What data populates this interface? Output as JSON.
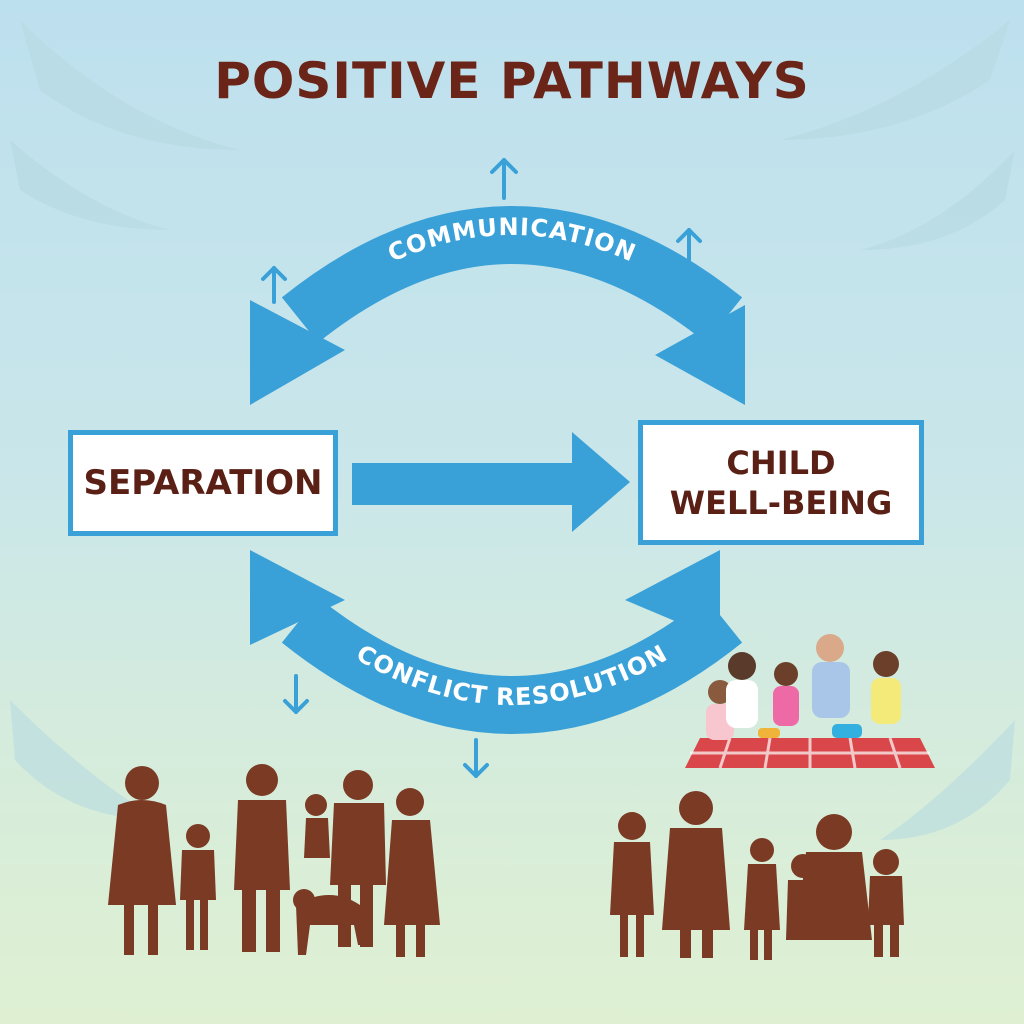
{
  "title": "POSITIVE PATHWAYS",
  "nodes": {
    "left": "SEPARATION",
    "right_line1": "CHILD",
    "right_line2": "WELL-BEING"
  },
  "arcs": {
    "top": "COMMUNICATION",
    "bottom": "CONFLICT RESOLUTION"
  },
  "colors": {
    "arrow_blue": "#3aa1d8",
    "title_brown": "#6b2418",
    "silhouette_brown": "#7a3a24"
  }
}
